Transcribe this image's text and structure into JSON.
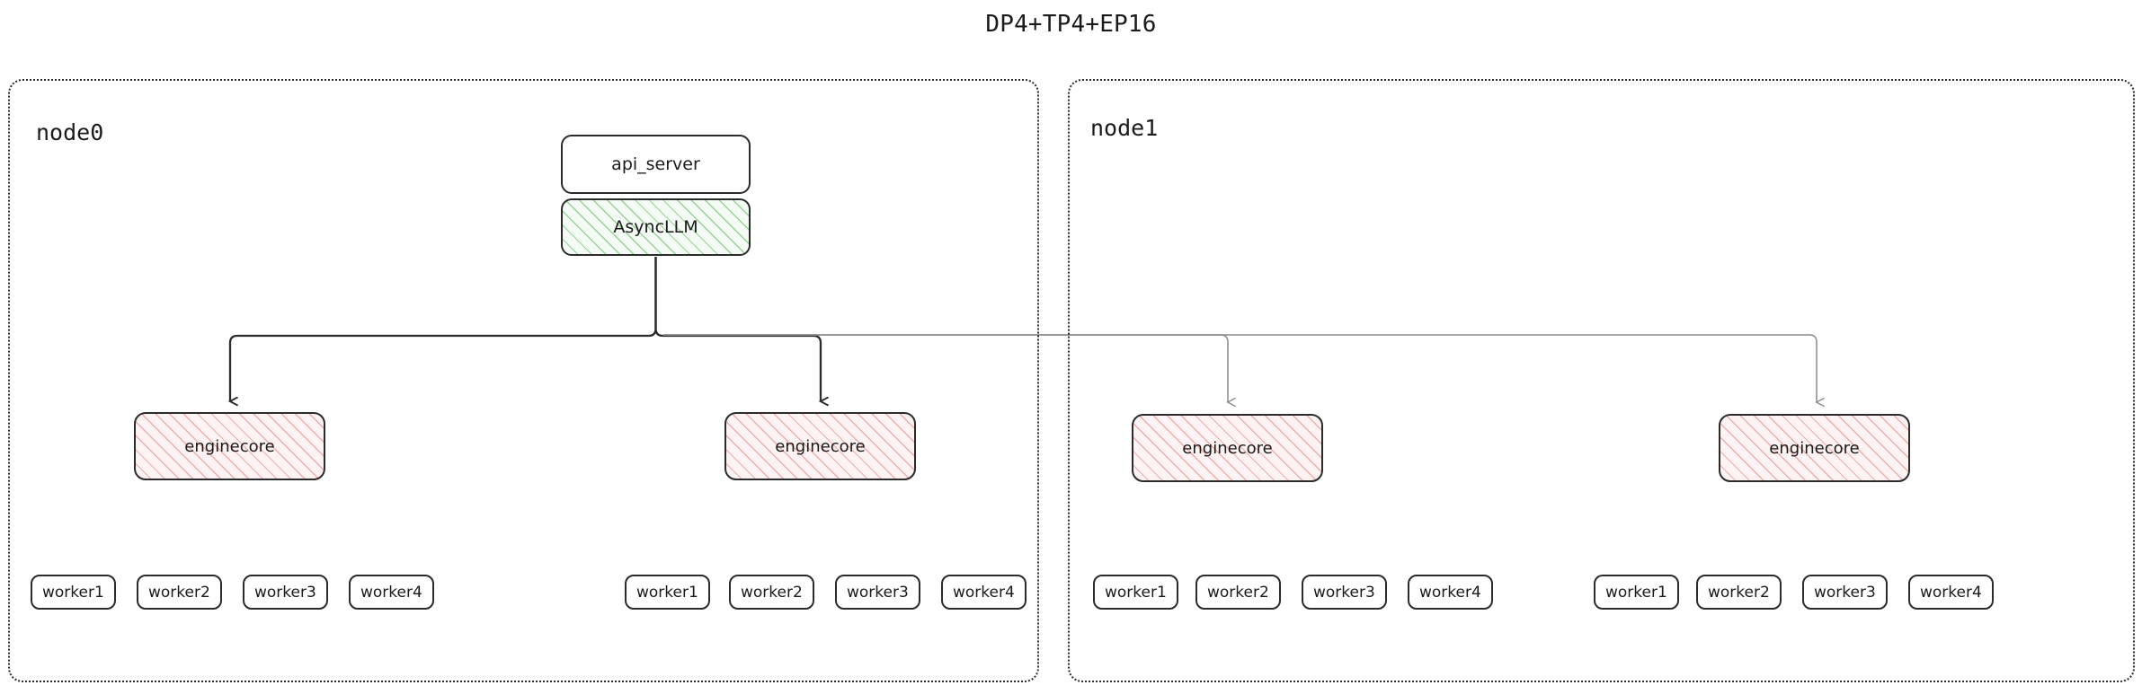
{
  "title": "DP4+TP4+EP16",
  "nodes": [
    {
      "id": "node0",
      "label": "node0",
      "has_api_server": true,
      "api_server": {
        "label": "api_server",
        "style": "plain"
      },
      "async_llm": {
        "label": "AsyncLLM",
        "style": "hatch-green"
      },
      "enginecores": [
        {
          "label": "enginecore",
          "style": "hatch-pink",
          "workers": [
            {
              "label": "worker1"
            },
            {
              "label": "worker2"
            },
            {
              "label": "worker3"
            },
            {
              "label": "worker4"
            }
          ]
        },
        {
          "label": "enginecore",
          "style": "hatch-pink",
          "workers": [
            {
              "label": "worker1"
            },
            {
              "label": "worker2"
            },
            {
              "label": "worker3"
            },
            {
              "label": "worker4"
            }
          ]
        }
      ]
    },
    {
      "id": "node1",
      "label": "node1",
      "has_api_server": false,
      "enginecores": [
        {
          "label": "enginecore",
          "style": "hatch-pink",
          "workers": [
            {
              "label": "worker1"
            },
            {
              "label": "worker2"
            },
            {
              "label": "worker3"
            },
            {
              "label": "worker4"
            }
          ]
        },
        {
          "label": "enginecore",
          "style": "hatch-pink",
          "workers": [
            {
              "label": "worker1"
            },
            {
              "label": "worker2"
            },
            {
              "label": "worker3"
            },
            {
              "label": "worker4"
            }
          ]
        }
      ]
    }
  ],
  "colors": {
    "stroke": "#2b2b2b",
    "stroke_light": "#8a8a8a",
    "green_hatch": "#4caf50",
    "pink_hatch": "#e57373",
    "background": "#ffffff",
    "text": "#1a1a1a"
  },
  "edges": [
    {
      "from": "AsyncLLM",
      "to": "enginecore",
      "node": "node0",
      "index": 0,
      "weight": "bold"
    },
    {
      "from": "AsyncLLM",
      "to": "enginecore",
      "node": "node0",
      "index": 1,
      "weight": "bold"
    },
    {
      "from": "AsyncLLM",
      "to": "enginecore",
      "node": "node1",
      "index": 0,
      "weight": "light"
    },
    {
      "from": "AsyncLLM",
      "to": "enginecore",
      "node": "node1",
      "index": 1,
      "weight": "light"
    }
  ]
}
